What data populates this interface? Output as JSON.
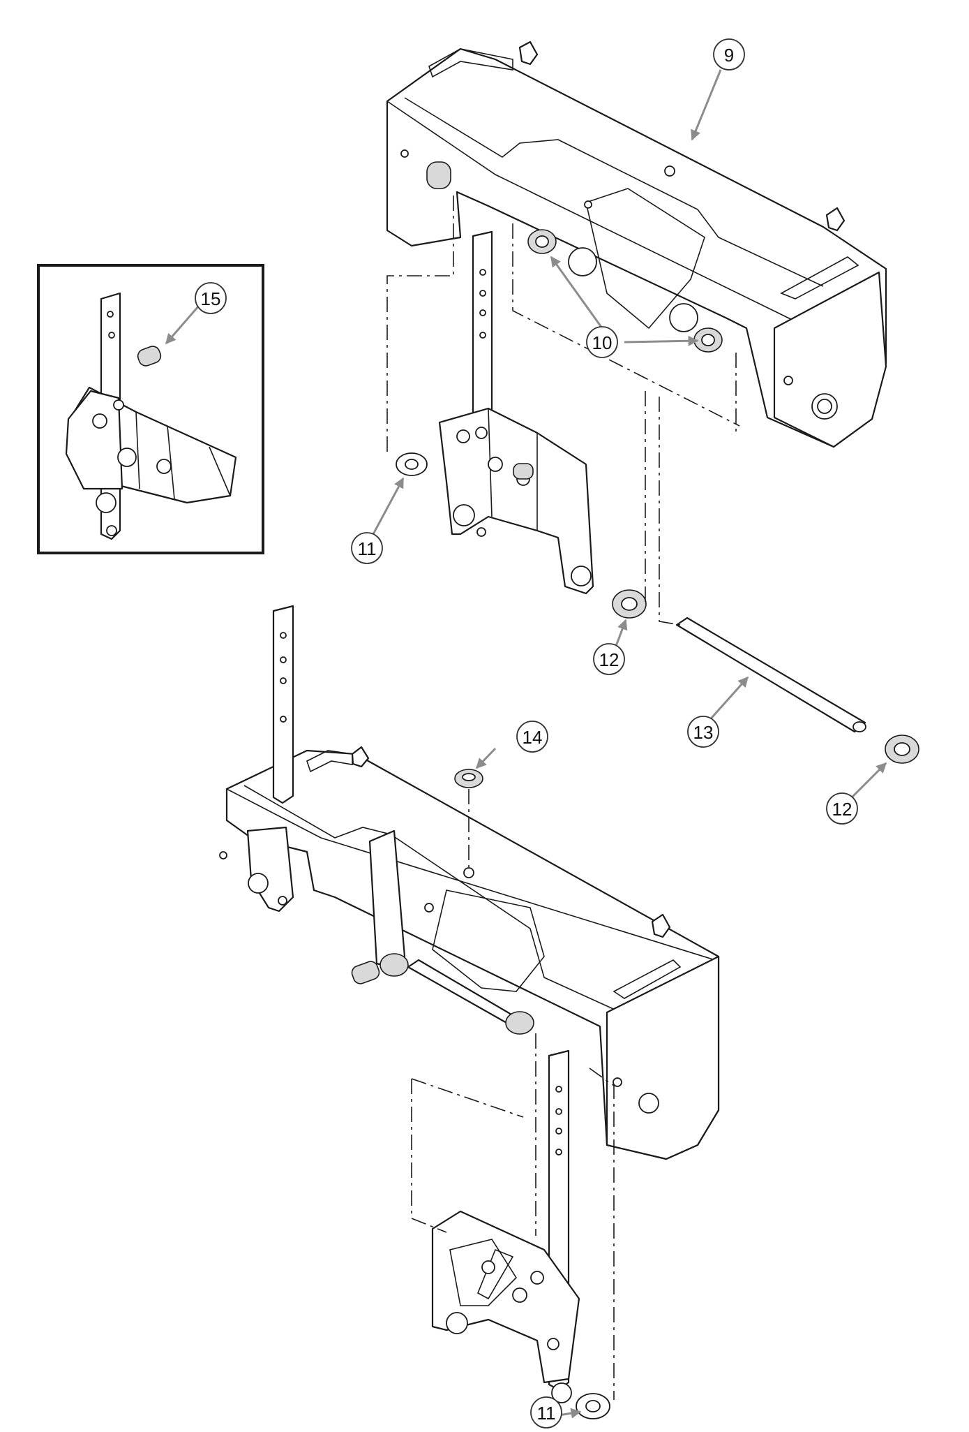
{
  "callouts": [
    {
      "id": "c9",
      "label": "9"
    },
    {
      "id": "c10",
      "label": "10"
    },
    {
      "id": "c11a",
      "label": "11"
    },
    {
      "id": "c11b",
      "label": "11"
    },
    {
      "id": "c12a",
      "label": "12"
    },
    {
      "id": "c12b",
      "label": "12"
    },
    {
      "id": "c13",
      "label": "13"
    },
    {
      "id": "c14",
      "label": "14"
    },
    {
      "id": "c15",
      "label": "15"
    }
  ],
  "colors": {
    "line": "#1a1a1a",
    "leader": "#8c8c8c",
    "frame": "#1a1a1a",
    "background": "#ffffff"
  }
}
